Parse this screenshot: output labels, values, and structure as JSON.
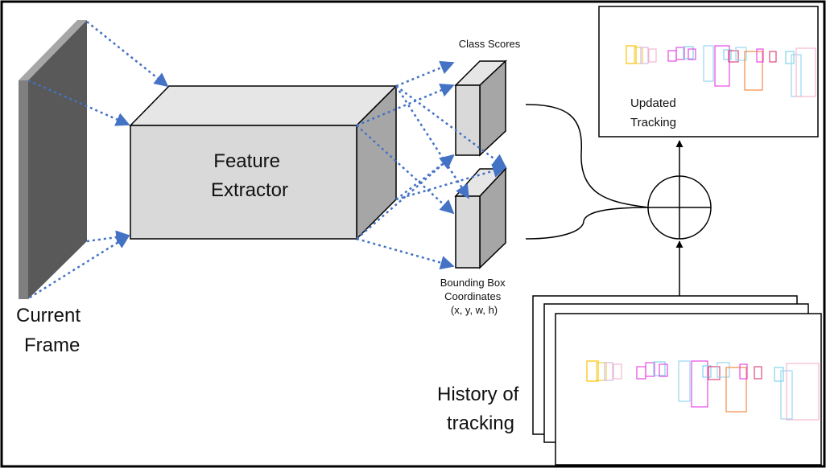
{
  "labels": {
    "current_frame": [
      "Current",
      "Frame"
    ],
    "feature_extractor": [
      "Feature",
      "Extractor"
    ],
    "class_scores": "Class Scores",
    "bbox": [
      "Bounding Box",
      "Coordinates",
      "(x, y, w, h)"
    ],
    "updated_tracking": [
      "Updated",
      "Tracking"
    ],
    "history": [
      "History of",
      "tracking"
    ]
  },
  "colors": {
    "arrow": "#4472C4",
    "frame_dark": "#595959",
    "frame_light": "#A6A6A6",
    "box_front": "#D9D9D9",
    "box_side": "#A6A6A6",
    "outline": "#000000"
  },
  "tracking_box_colors": [
    "#FFC000",
    "#E64AE6",
    "#7FD6E8",
    "#F58A42",
    "#E04A7A",
    "#9AD6F0"
  ]
}
